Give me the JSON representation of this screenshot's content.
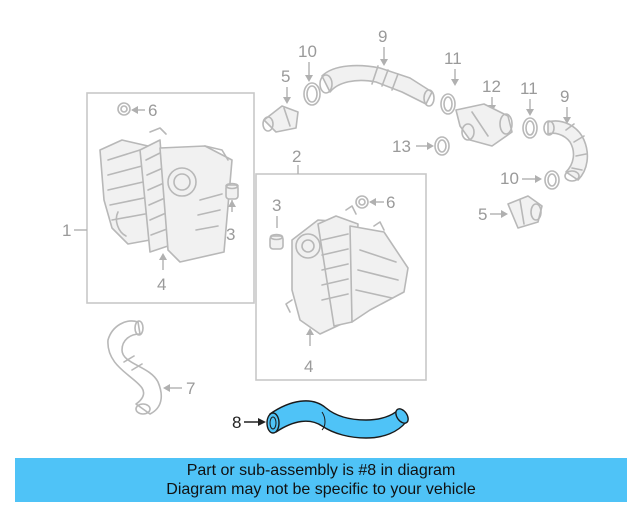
{
  "diagram": {
    "callouts": {
      "c1": "1",
      "c2": "2",
      "c3a": "3",
      "c3b": "3",
      "c4a": "4",
      "c4b": "4",
      "c5a": "5",
      "c5b": "5",
      "c6a": "6",
      "c6b": "6",
      "c7": "7",
      "c8": "8",
      "c9a": "9",
      "c9b": "9",
      "c10a": "10",
      "c10b": "10",
      "c11a": "11",
      "c11b": "11",
      "c12": "12",
      "c13": "13"
    },
    "highlight_color": "#4fc3f7",
    "part_color": "#b8b8b8"
  },
  "banner": {
    "line1": "Part or sub-assembly is #8 in diagram",
    "line2": "Diagram may not be specific to your vehicle",
    "background": "#4fc3f7"
  }
}
